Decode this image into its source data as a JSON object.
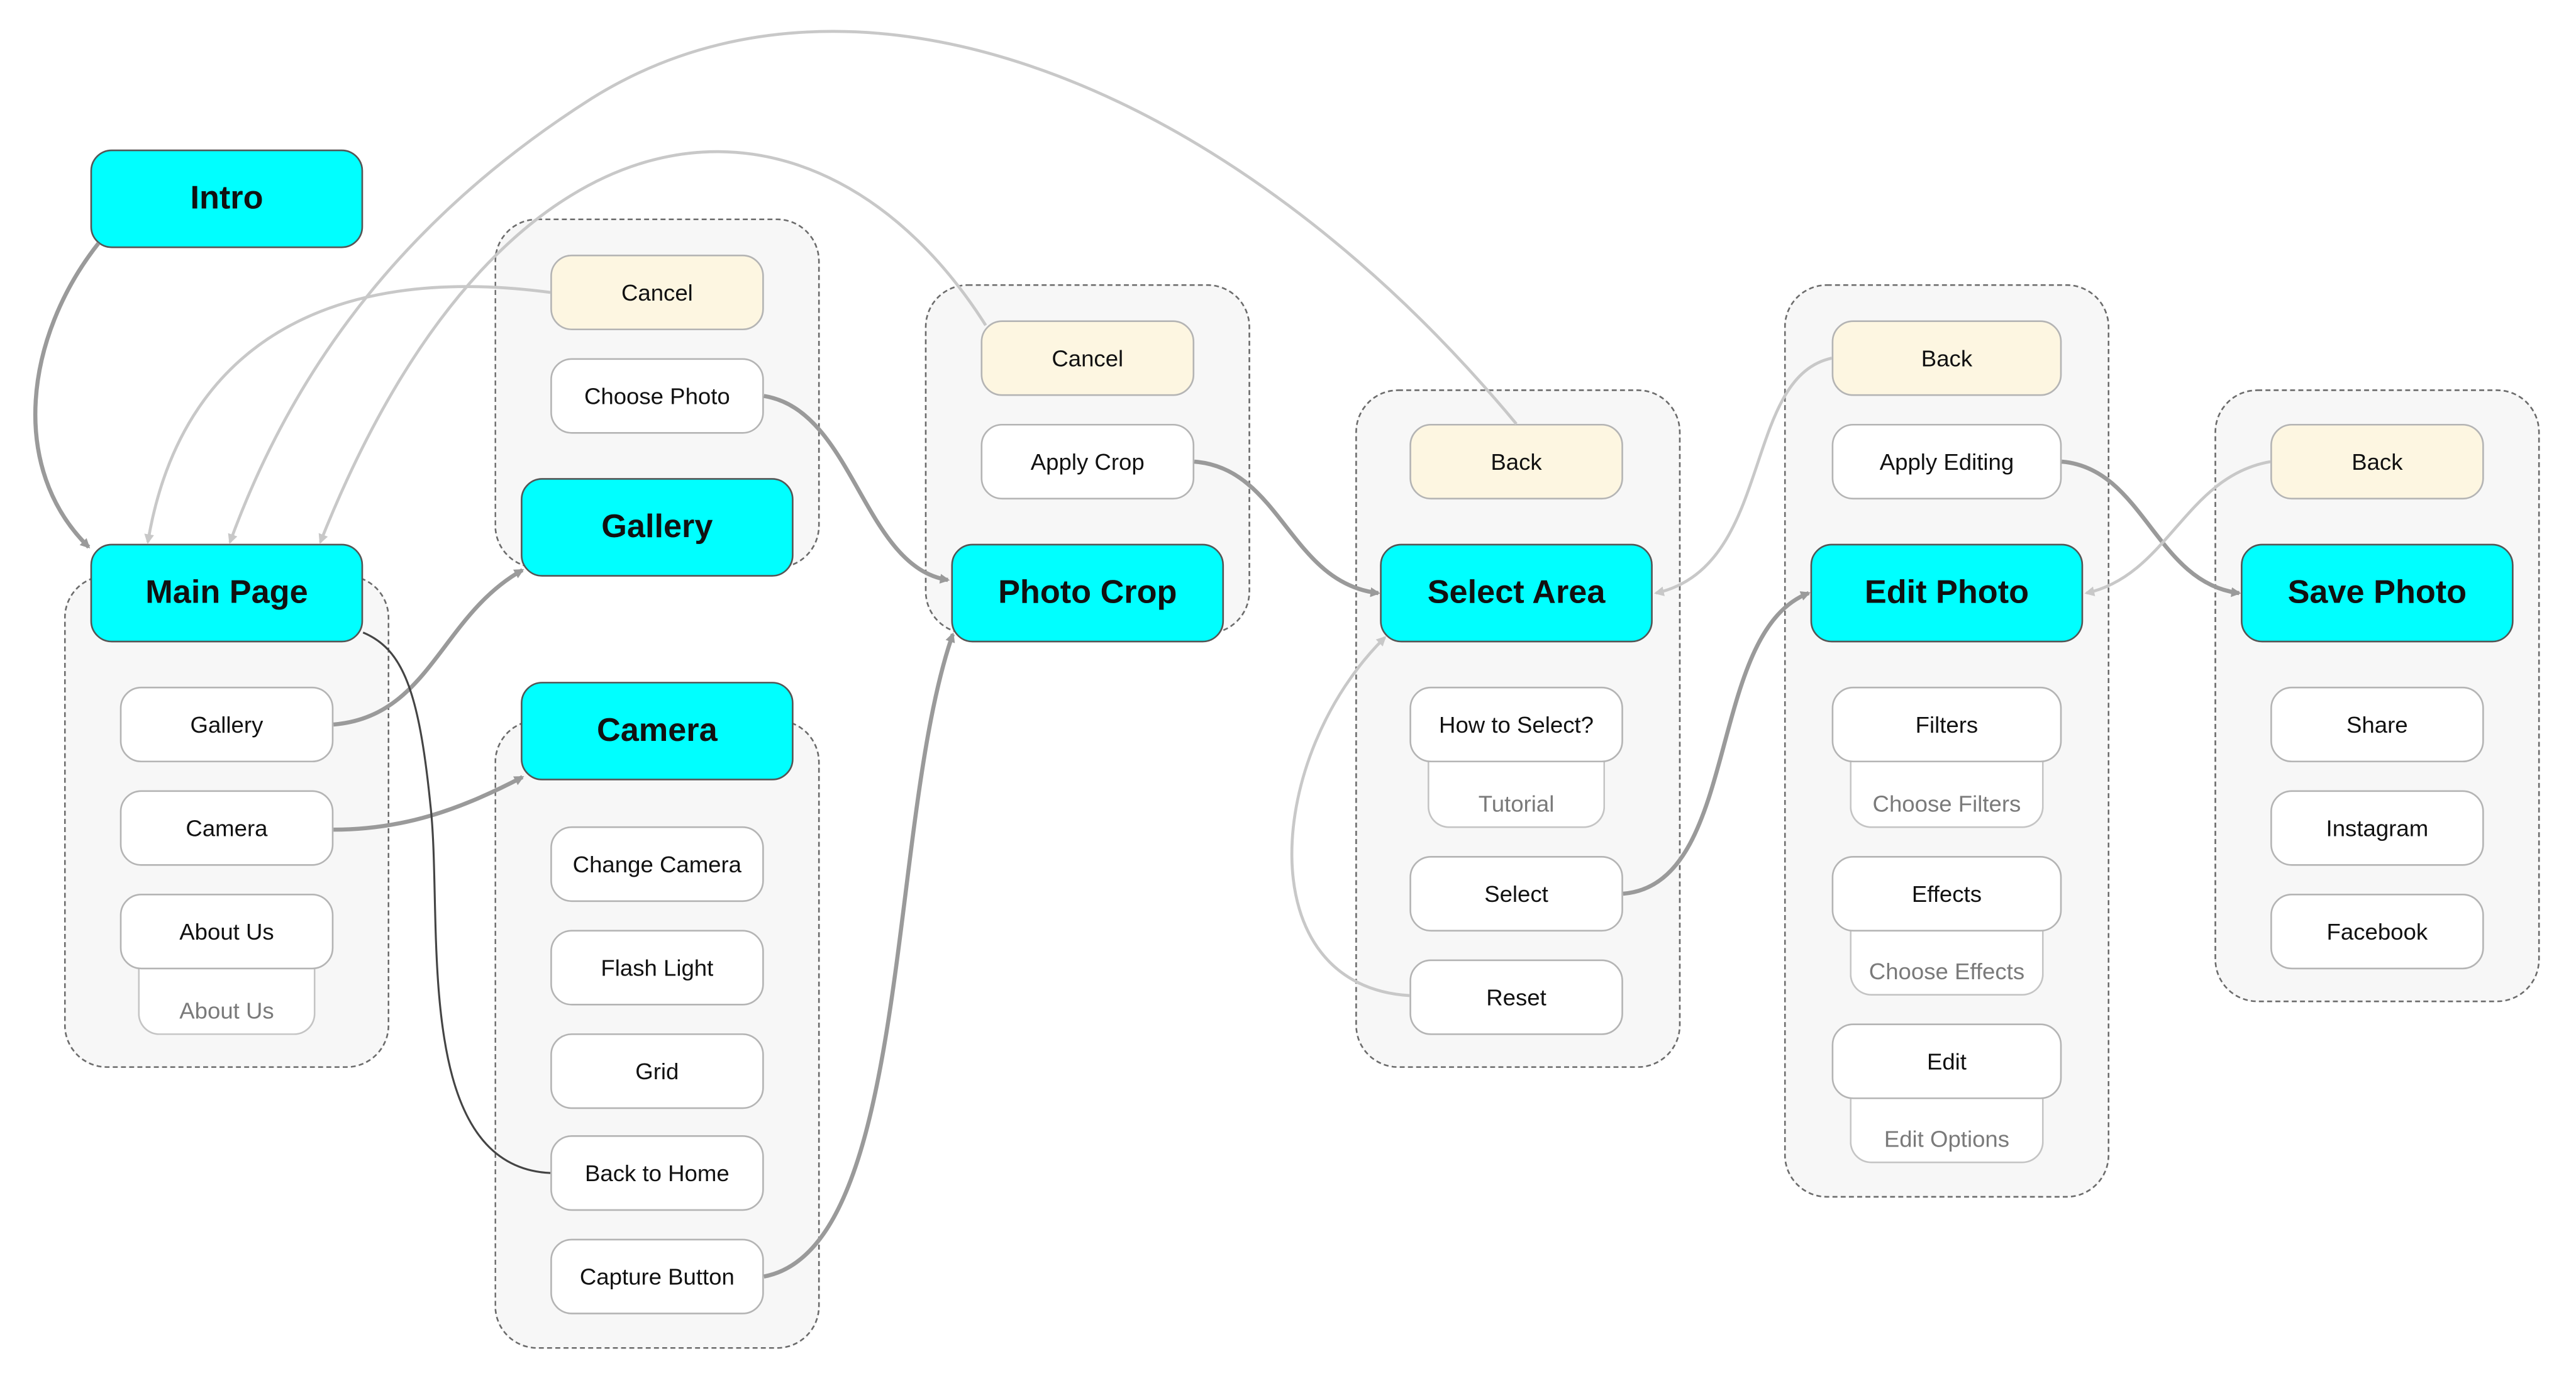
{
  "screens": {
    "intro": "Intro",
    "main_page": "Main Page",
    "gallery": "Gallery",
    "camera": "Camera",
    "photo_crop": "Photo Crop",
    "select_area": "Select Area",
    "edit_photo": "Edit Photo",
    "save_photo": "Save Photo"
  },
  "main_page_group": {
    "gallery": "Gallery",
    "camera": "Camera",
    "about_us": "About Us",
    "about_us_sub": "About Us"
  },
  "gallery_group": {
    "cancel": "Cancel",
    "choose_photo": "Choose Photo"
  },
  "camera_group": {
    "change_camera": "Change Camera",
    "flash_light": "Flash Light",
    "grid": "Grid",
    "back_to_home": "Back to Home",
    "capture_button": "Capture Button"
  },
  "photo_crop_group": {
    "cancel": "Cancel",
    "apply_crop": "Apply Crop"
  },
  "select_area_group": {
    "back": "Back",
    "how_to_select": "How to Select?",
    "tutorial": "Tutorial",
    "select": "Select",
    "reset": "Reset"
  },
  "edit_photo_group": {
    "back": "Back",
    "apply_editing": "Apply Editing",
    "filters": "Filters",
    "choose_filters": "Choose Filters",
    "effects": "Effects",
    "choose_effects": "Choose Effects",
    "edit": "Edit",
    "edit_options": "Edit Options"
  },
  "save_photo_group": {
    "back": "Back",
    "share": "Share",
    "instagram": "Instagram",
    "facebook": "Facebook"
  },
  "colors": {
    "screen_fill": "#00ffff",
    "back_cancel_fill": "#fdf6e1",
    "forward_link": "#9a9a9a",
    "back_link": "#c8c8c8",
    "home_link": "#444444"
  }
}
